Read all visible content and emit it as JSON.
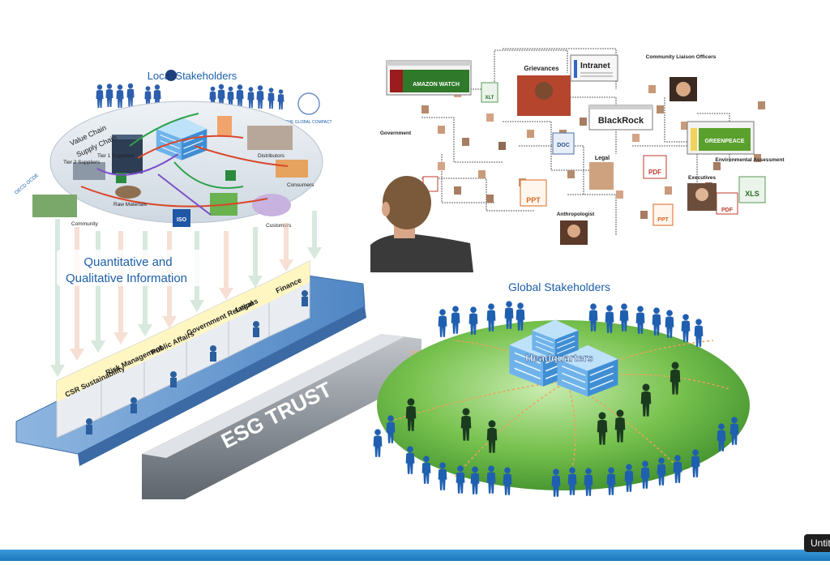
{
  "local_stakeholders": {
    "title": "Local Stakeholders",
    "value_chain": "Value Chain",
    "supply_chain": "Supply Chain",
    "tier2": "Tier 2 Suppliers",
    "tier1": "Tier 1 Suppliers",
    "distributors": "Distributors",
    "consumers": "Consumers",
    "customers": "Customers",
    "raw_materials": "Raw Materials",
    "community": "Community",
    "oecd": "OECD OCDE",
    "global_compact": "THE GLOBAL COMPACT",
    "iso": "ISO"
  },
  "info_banner": {
    "line1": "Quantitative and",
    "line2": "Qualitative Information"
  },
  "departments": [
    "CSR Sustainability",
    "Risk Management",
    "Public Affairs",
    "Government Relations",
    "Legal",
    "Finance"
  ],
  "esg_trust": "ESG TRUST",
  "global": {
    "title": "Global Stakeholders",
    "hq": "Headquarters"
  },
  "network": {
    "amazon_watch": "AMAZON WATCH",
    "intranet": "Intranet",
    "grievances": "Grievances",
    "community_liaison": "Community Liaison Officers",
    "government": "Government",
    "blackrock": "BlackRock",
    "greenpeace": "GREENPEACE",
    "legal": "Legal",
    "environmental": "Environmental Assessment",
    "executives": "Executives",
    "anthropologist": "Anthropologist",
    "doc": "DOC",
    "pdf": "PDF",
    "ppt": "PPT",
    "xls": "XLS",
    "xlt": "XLT"
  },
  "colors": {
    "accent_blue": "#1c5fa8",
    "person_blue": "#1f5fb0",
    "globe_green": "#5cae3c",
    "arrow_orange": "#f47a2a",
    "trust_gray": "#8a9099",
    "platform_blue": "#6f9fd3"
  },
  "window": {
    "tab_label": "Untitled"
  }
}
